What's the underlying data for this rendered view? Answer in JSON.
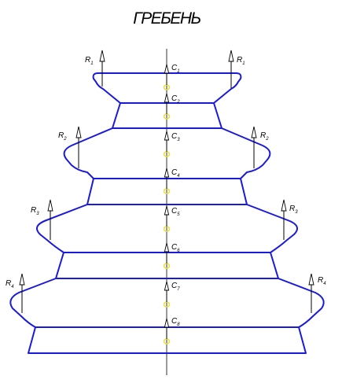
{
  "title": "ГРЕБЕНЬ",
  "force_labels": [
    {
      "main": "R",
      "sub": "1"
    },
    {
      "main": "R",
      "sub": "1"
    },
    {
      "main": "R",
      "sub": "2"
    },
    {
      "main": "R",
      "sub": "2"
    },
    {
      "main": "R",
      "sub": "3"
    },
    {
      "main": "R",
      "sub": "3"
    },
    {
      "main": "R",
      "sub": "4"
    },
    {
      "main": "R",
      "sub": "4"
    }
  ],
  "centroid_labels": [
    {
      "main": "C",
      "sub": "1"
    },
    {
      "main": "C",
      "sub": "2"
    },
    {
      "main": "C",
      "sub": "3"
    },
    {
      "main": "C",
      "sub": "4"
    },
    {
      "main": "C",
      "sub": "5"
    },
    {
      "main": "C",
      "sub": "6"
    },
    {
      "main": "C",
      "sub": "7"
    },
    {
      "main": "C",
      "sub": "8"
    }
  ],
  "colors": {
    "outline": "#1a1adc",
    "axis": "#000000",
    "centroid": "#e8e04a"
  }
}
